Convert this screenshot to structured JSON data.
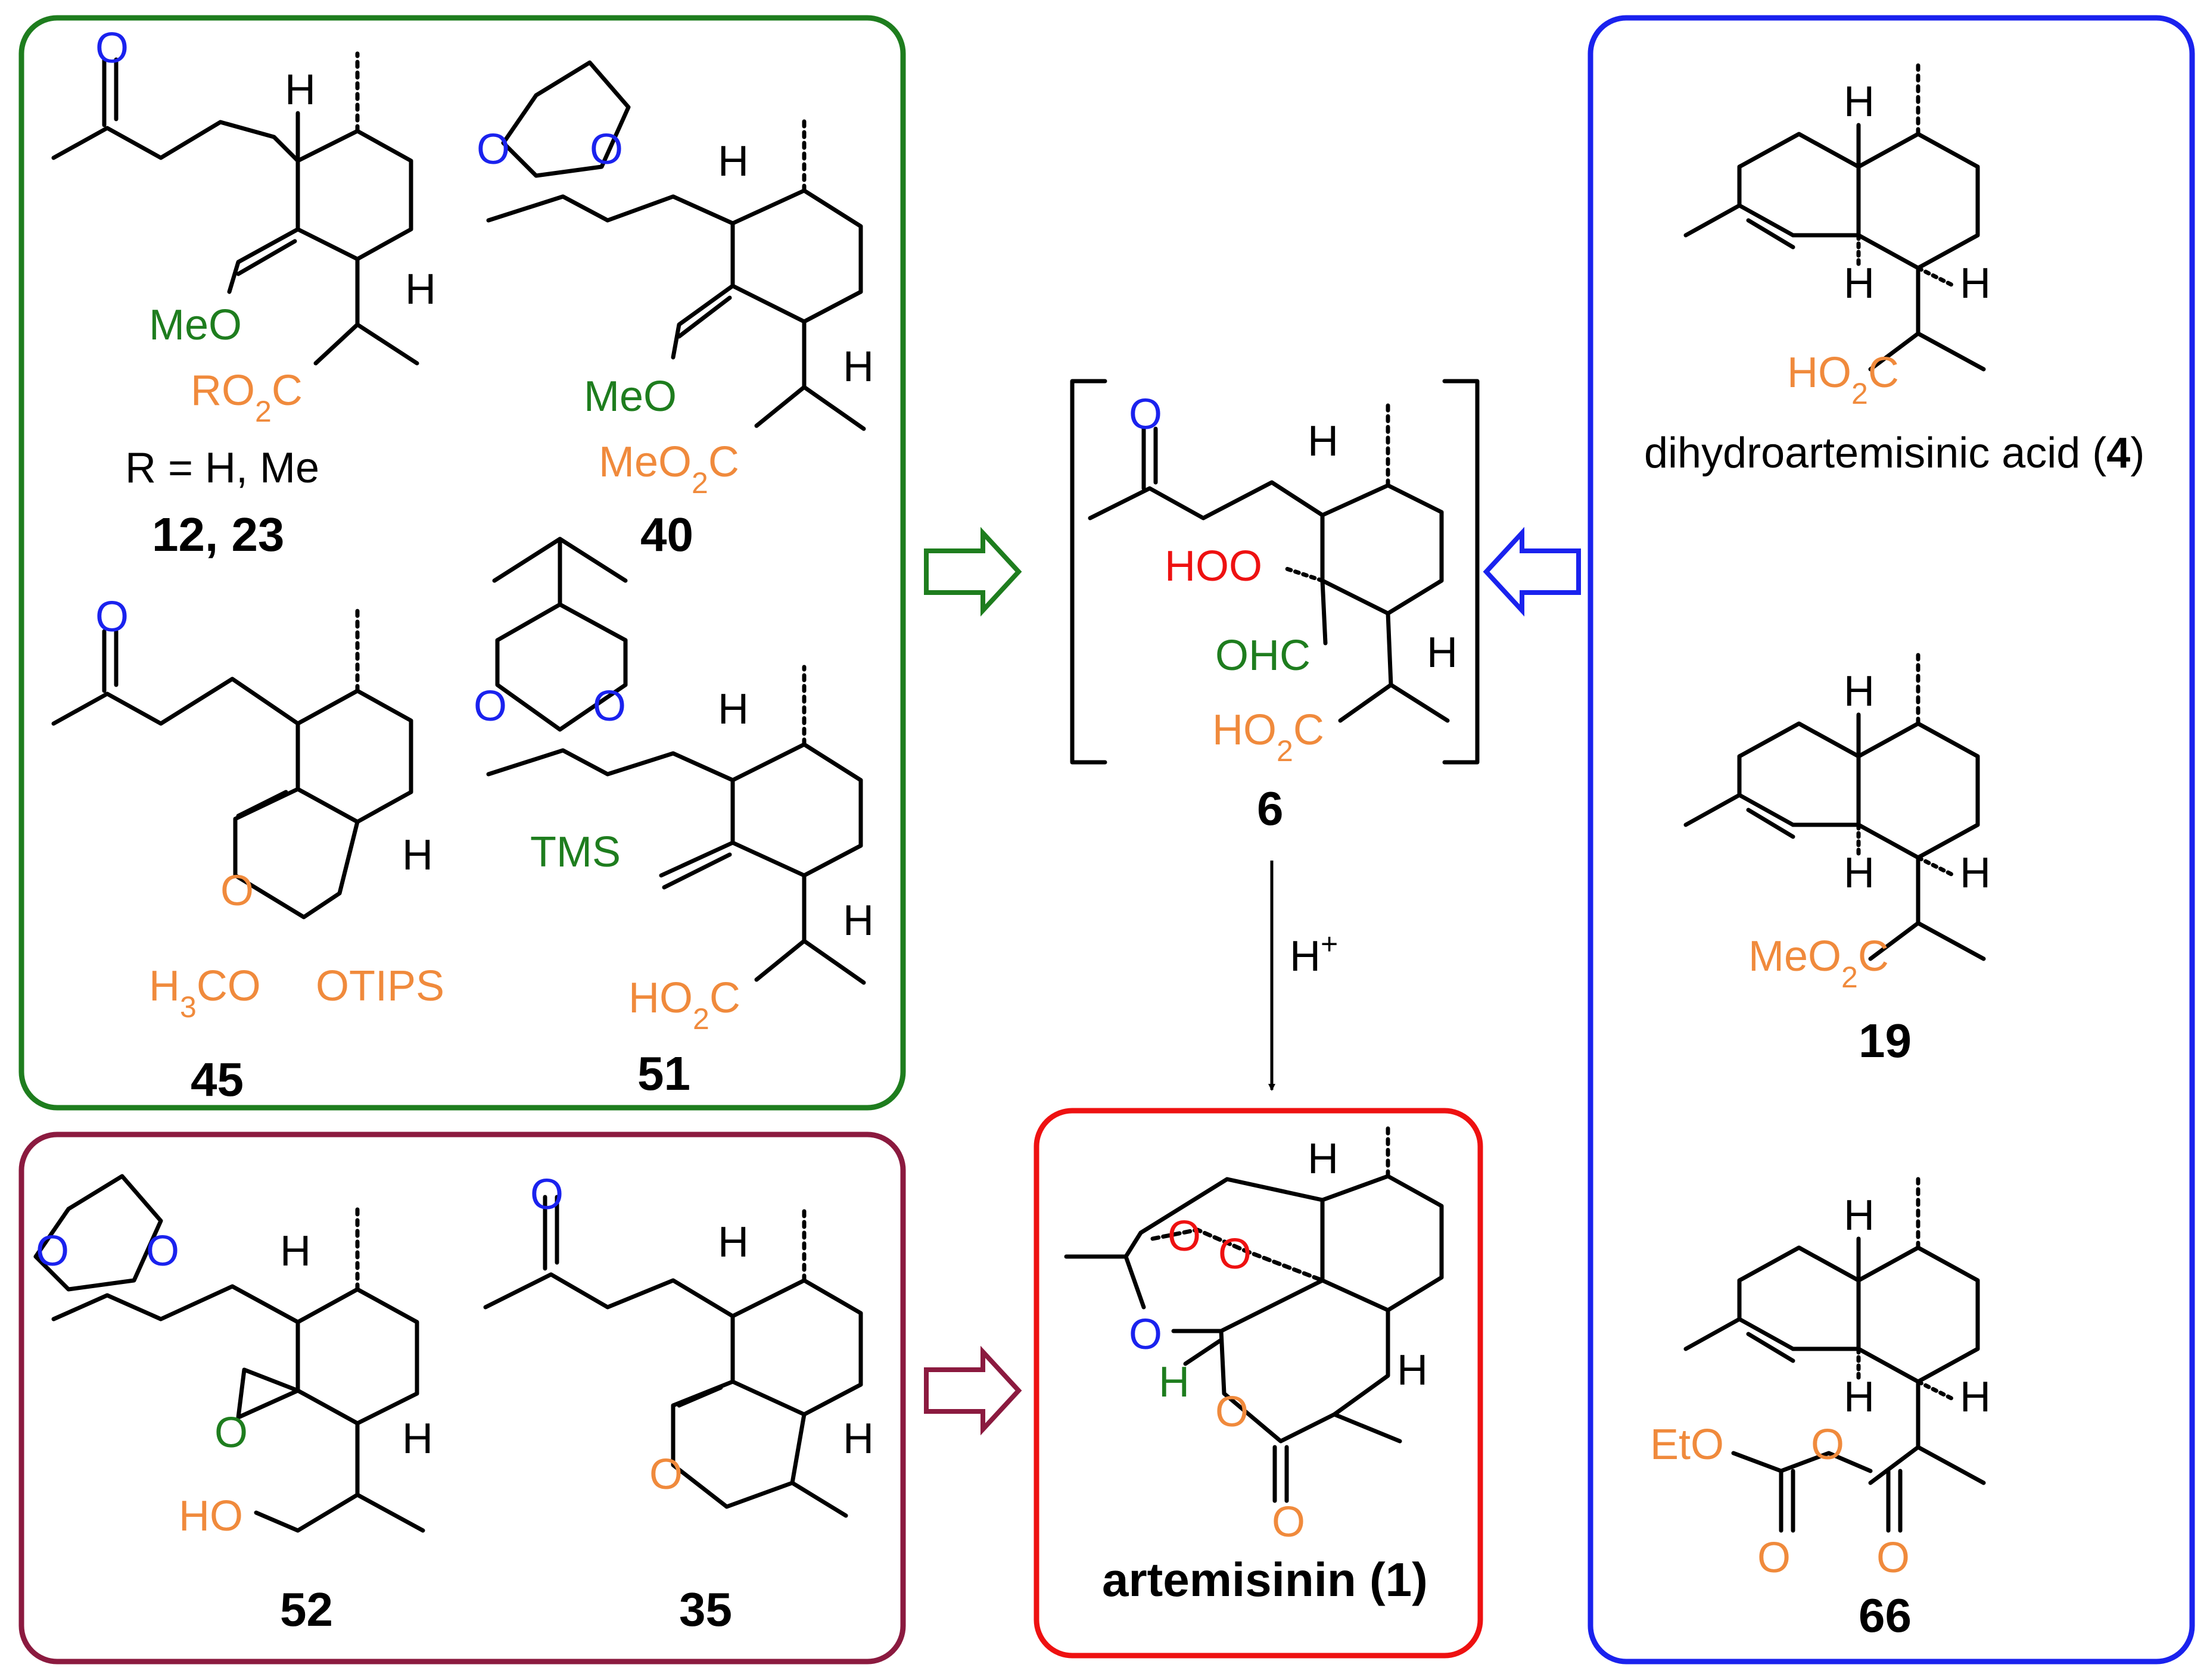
{
  "colors": {
    "green_box": "#1e7d1e",
    "maroon_box": "#8b1a3f",
    "red_box": "#ee1111",
    "blue_box": "#1a22ee",
    "black": "#000000",
    "orange": "#f08a3c",
    "blue": "#1a22ee",
    "green": "#1e7d1e",
    "red": "#ee1111"
  },
  "atoms": {
    "O": "O",
    "H": "H",
    "MeO": "MeO",
    "RO2C": "RO2C",
    "MeO2C": "MeO2C",
    "HO2C": "HO2C",
    "H3CO": "H3CO",
    "OTIPS": "OTIPS",
    "TMS": "TMS",
    "HOO": "HOO",
    "OHC": "OHC",
    "HO": "HO",
    "EtO": "EtO",
    "H_plus": "H+"
  },
  "compounds": {
    "c12_23": {
      "label": "12, 23",
      "note": "R = H, Me"
    },
    "c40": {
      "label": "40"
    },
    "c45": {
      "label": "45"
    },
    "c51": {
      "label": "51"
    },
    "c52": {
      "label": "52"
    },
    "c35": {
      "label": "35"
    },
    "c6": {
      "label": "6"
    },
    "c1": {
      "name": "artemisinin",
      "number": "1"
    },
    "c4": {
      "name": "dihydroartemisinic acid",
      "number": "4"
    },
    "c19": {
      "label": "19"
    },
    "c66": {
      "label": "66"
    }
  },
  "arrows": {
    "acid_condition": "H+"
  }
}
